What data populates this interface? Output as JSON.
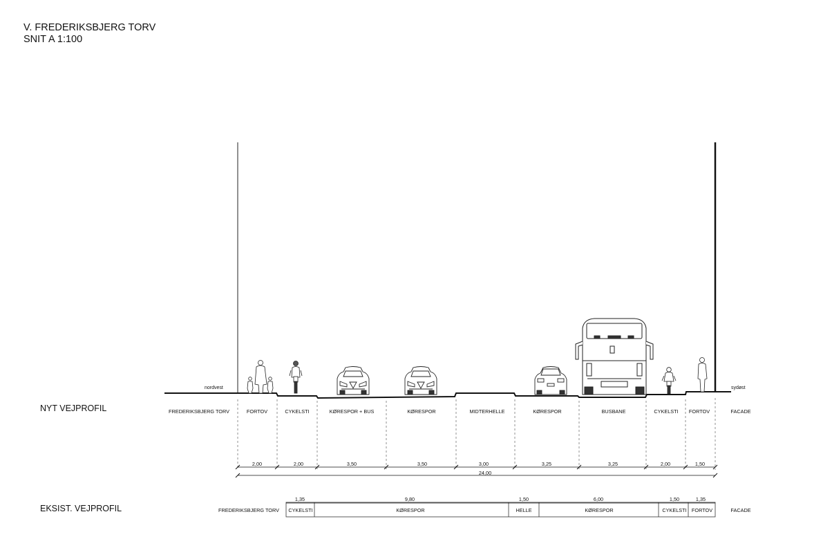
{
  "title": {
    "line1": "V. FREDERIKSBJERG TORV",
    "line2": "SNIT A 1:100"
  },
  "orientation": {
    "left": "nordvest",
    "right": "sydøst"
  },
  "new_profile": {
    "label": "NYT VEJPROFIL",
    "outer_left": "FREDERIKSBJERG TORV",
    "outer_right": "FACADE",
    "zones": [
      {
        "name": "FORTOV",
        "width": "2,00"
      },
      {
        "name": "CYKELSTI",
        "width": "2,00"
      },
      {
        "name": "KØRESPOR + BUS",
        "width": "3,50"
      },
      {
        "name": "KØRESPOR",
        "width": "3,50"
      },
      {
        "name": "MIDTERHELLE",
        "width": "3,00"
      },
      {
        "name": "KØRESPOR",
        "width": "3,25"
      },
      {
        "name": "BUSBANE",
        "width": "3,25"
      },
      {
        "name": "CYKELSTI",
        "width": "2,00"
      },
      {
        "name": "FORTOV",
        "width": "1,50"
      }
    ],
    "total": "24,00"
  },
  "existing_profile": {
    "label": "EKSIST. VEJPROFIL",
    "outer_left": "FREDERIKSBJERG TORV",
    "outer_right": "FACADE",
    "zones": [
      {
        "name": "CYKELSTI",
        "width": "1,35"
      },
      {
        "name": "KØRESPOR",
        "width": "9,80"
      },
      {
        "name": "HELLE",
        "width": "1,50"
      },
      {
        "name": "KØRESPOR",
        "width": "6,00"
      },
      {
        "name": "CYKELSTI",
        "width": "1,50"
      },
      {
        "name": "FORTOV",
        "width": "1,35"
      }
    ]
  }
}
